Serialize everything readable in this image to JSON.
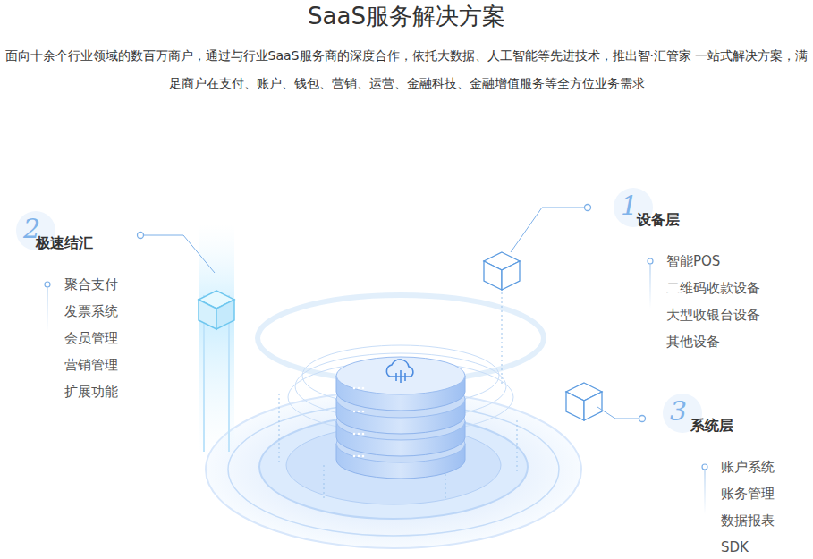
{
  "diagram": {
    "title": "SaaS服务解决方案",
    "nodes": [
      {
        "text": [
          "1",
          "设备层",
          "智能POS",
          "二维码收款设备",
          "大型收银台设备",
          "其他设备"
        ]
      },
      {
        "text": [
          "2",
          "极速结汇",
          "聚合支付",
          "发票系统",
          "会员管理",
          "营销管理",
          "扩展功能"
        ]
      },
      {
        "text": [
          "3",
          "系统层",
          "账户系统",
          "账务管理",
          "数据报表",
          "SDK"
        ]
      }
    ],
    "labels": [
      "面向十余个行业领域的数百万商户，通过与行业SaaS服务商的深度合作，依托大数据、人工智能等先进技术，推出智·汇管家 一站式解决方案，满足商户在支付、账户、钱包、营销、运营、金融科技、金融增值服务等全方位业务需求"
    ]
  }
}
